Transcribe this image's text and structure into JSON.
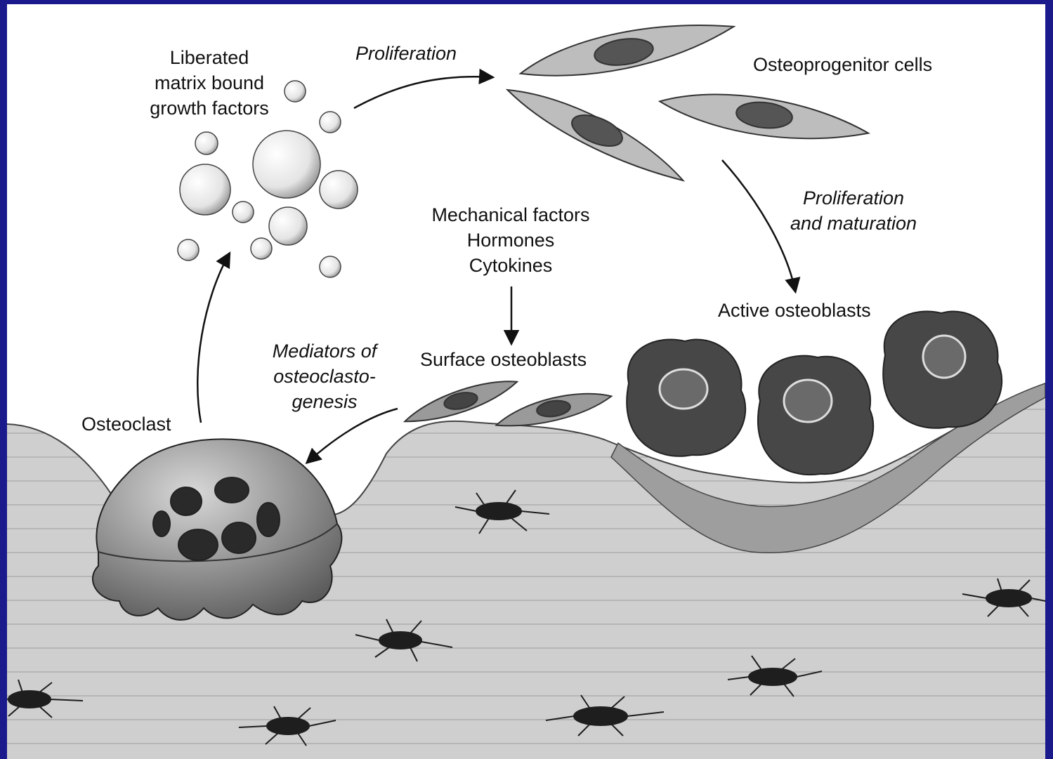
{
  "labels": {
    "growth_factors": [
      "Liberated",
      "matrix bound",
      "growth factors"
    ],
    "proliferation_top": "Proliferation",
    "osteoprogenitor": "Osteoprogenitor cells",
    "proliferation_maturation": [
      "Proliferation",
      "and maturation"
    ],
    "stimuli": [
      "Mechanical factors",
      "Hormones",
      "Cytokines"
    ],
    "active_osteoblasts": "Active osteoblasts",
    "mediators": [
      "Mediators of",
      "osteoclasto-",
      "genesis"
    ],
    "surface_osteoblasts": "Surface osteoblasts",
    "osteoclast": "Osteoclast"
  },
  "colors": {
    "frame_border": "#1a1a8c",
    "bone": "#cfcfcf",
    "cell_fill": "#bdbdbd",
    "nucleus": "#555555",
    "osteoblast": "#4a4a4a",
    "ink": "#111111"
  }
}
